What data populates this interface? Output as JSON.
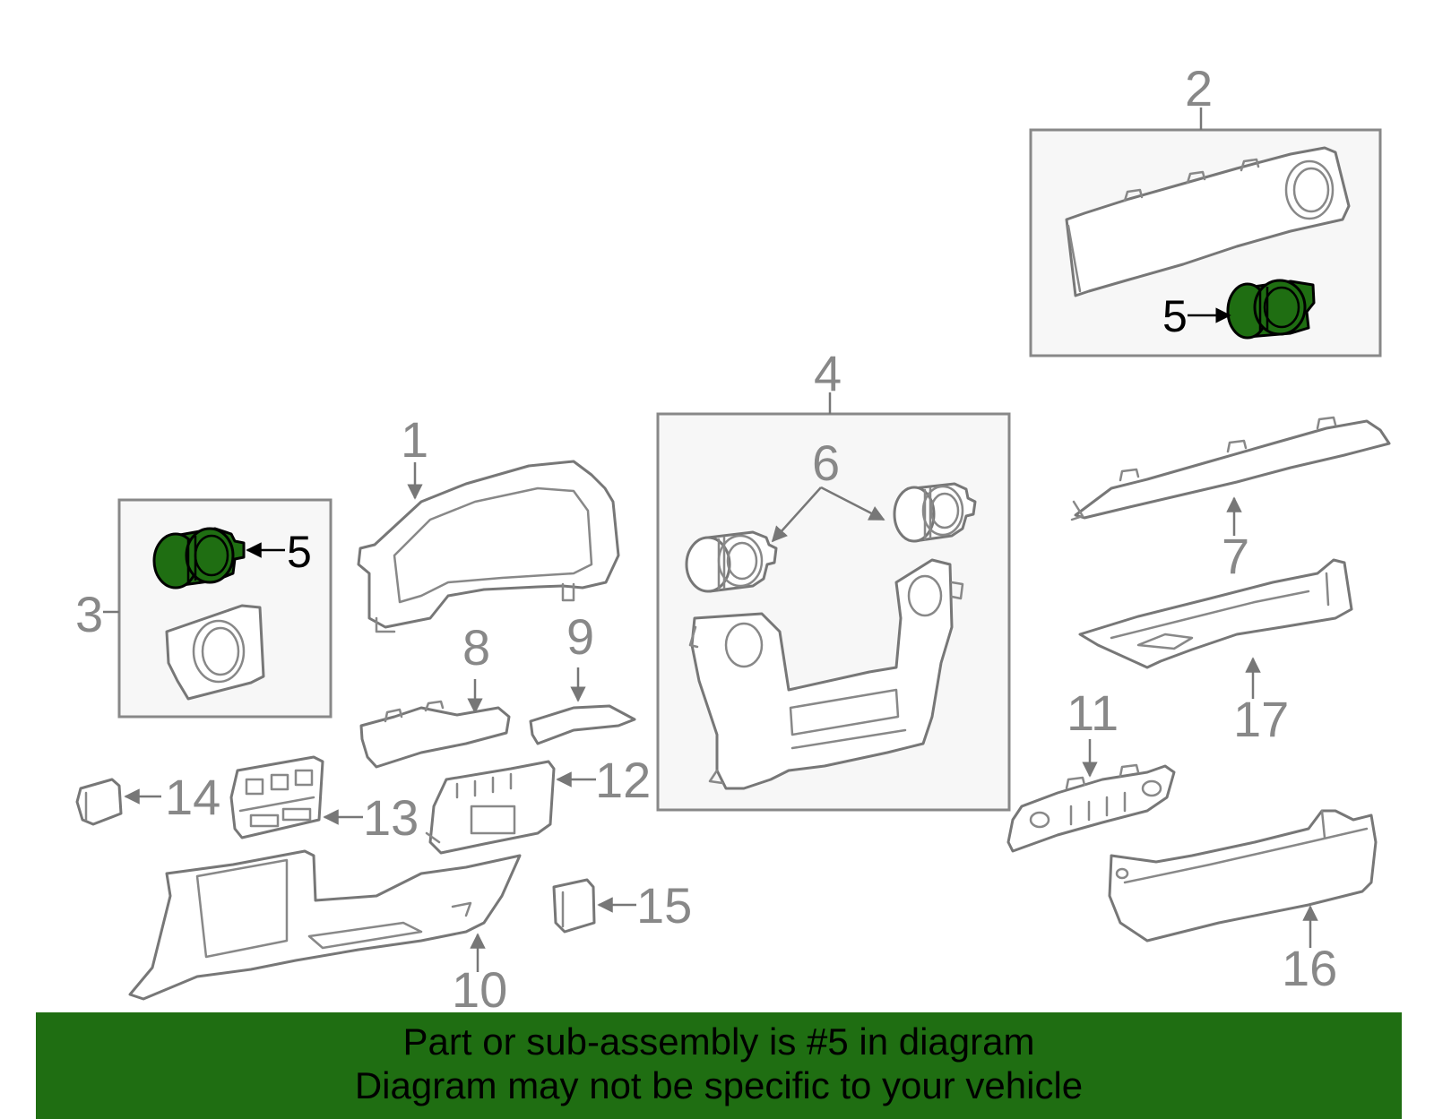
{
  "banner": {
    "line1": "Part or sub-assembly is #5 in diagram",
    "line2": "Diagram may not be specific to your vehicle",
    "color": "#1f6e12"
  },
  "highlight_color": "#1f6e12",
  "callouts": {
    "c1": "1",
    "c2": "2",
    "c3": "3",
    "c4": "4",
    "c5a": "5",
    "c5b": "5",
    "c6": "6",
    "c7": "7",
    "c8": "8",
    "c9": "9",
    "c10": "10",
    "c11": "11",
    "c12": "12",
    "c13": "13",
    "c14": "14",
    "c15": "15",
    "c16": "16",
    "c17": "17"
  }
}
